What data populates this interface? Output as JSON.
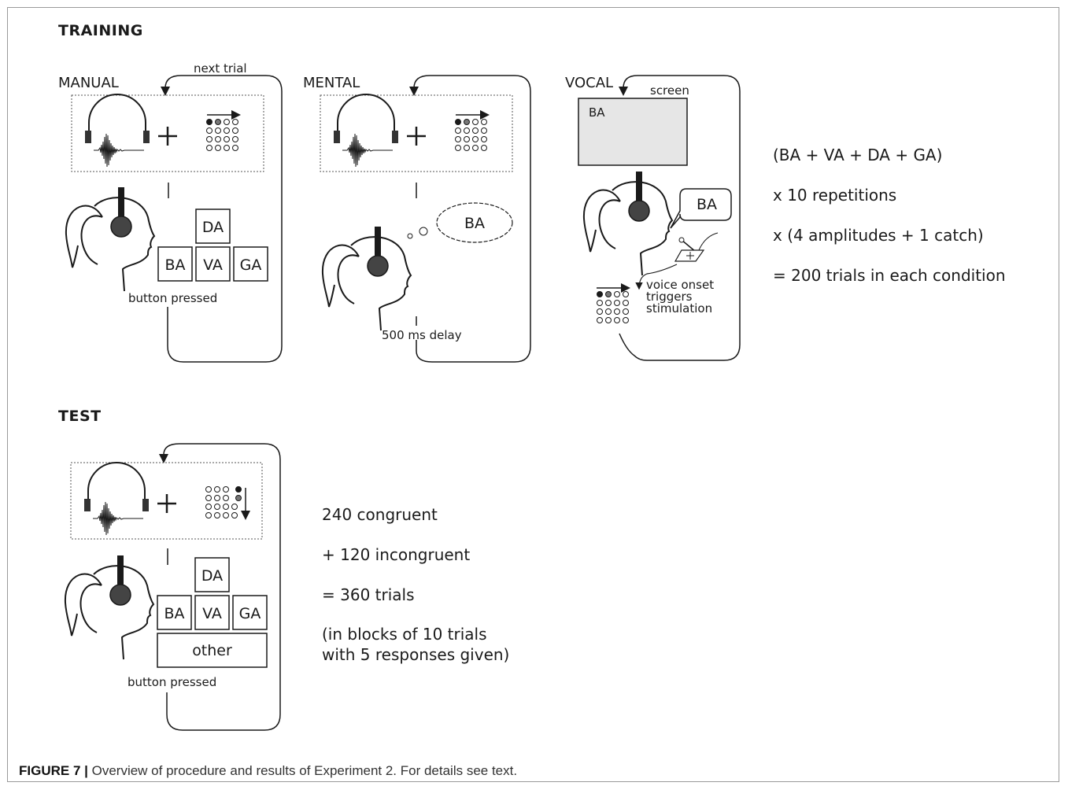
{
  "sections": {
    "training": "TRAINING",
    "test": "TEST"
  },
  "training": {
    "manual": {
      "title": "MANUAL",
      "loop_label": "next trial",
      "keys": [
        "DA",
        "BA",
        "VA",
        "GA"
      ],
      "response_label": "button pressed"
    },
    "mental": {
      "title": "MENTAL",
      "thought": "BA",
      "delay_label": "500 ms delay"
    },
    "vocal": {
      "title": "VOCAL",
      "screen_label": "screen",
      "screen_text": "BA",
      "speech": "BA",
      "trigger_lines": [
        "voice onset",
        "triggers",
        "stimulation"
      ]
    },
    "summary": [
      "(BA + VA + DA + GA)",
      "x 10 repetitions",
      "x (4 amplitudes + 1 catch)",
      "= 200 trials in each condition"
    ]
  },
  "test": {
    "keys": [
      "DA",
      "BA",
      "VA",
      "GA",
      "other"
    ],
    "response_label": "button pressed",
    "summary": [
      "240 congruent",
      "+ 120 incongruent",
      "= 360 trials",
      "(in blocks of 10 trials",
      "with 5 responses given)"
    ]
  },
  "caption": {
    "label": "FIGURE 7 |",
    "text": " Overview of procedure and results of Experiment 2. For details see text."
  },
  "icons": [
    "headphones-icon",
    "waveform-icon",
    "plus-icon",
    "stimulator-grid-icon",
    "girl-head-icon",
    "thought-bubble-icon",
    "speech-bubble-icon",
    "microphone-icon"
  ]
}
